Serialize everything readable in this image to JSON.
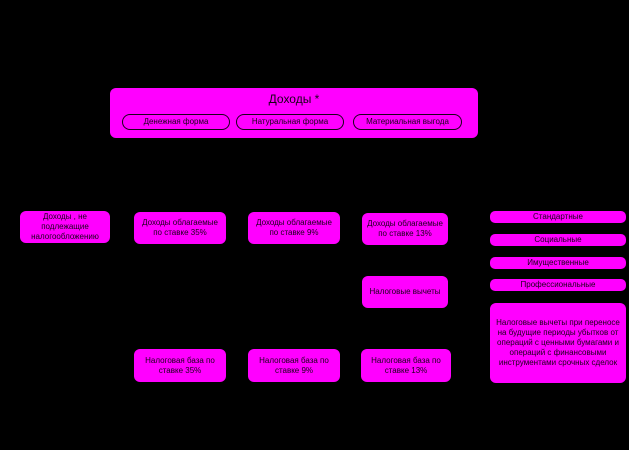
{
  "top": {
    "title": "Доходы  *",
    "forms": [
      "Денежная форма",
      "Натуральная форма",
      "Материальная выгода"
    ]
  },
  "row1": [
    "Доходы , не подлежащие налогообложению",
    "Доходы облагаемые по ставке  35%",
    "Доходы облагаемые по ставке   9%",
    "Доходы облагаемые по ставке  13%"
  ],
  "deductions_mid": "Налоговые вычеты",
  "bases": [
    "Налоговая база по ставке  35%",
    "Налоговая база по ставке   9%",
    "Налоговая база по ставке  13%"
  ],
  "right_list": [
    "Стандартные",
    "Социальные",
    "Имущественные",
    "Профессиональные"
  ],
  "right_note": "Налоговые вычеты при переносе на будущие периоды убытков от операций с ценными бумагами и операций с финансовыми инструментами срочных сделок",
  "colors": {
    "background": "#000000",
    "box": "#ff00ff",
    "text": "#1a001a"
  }
}
